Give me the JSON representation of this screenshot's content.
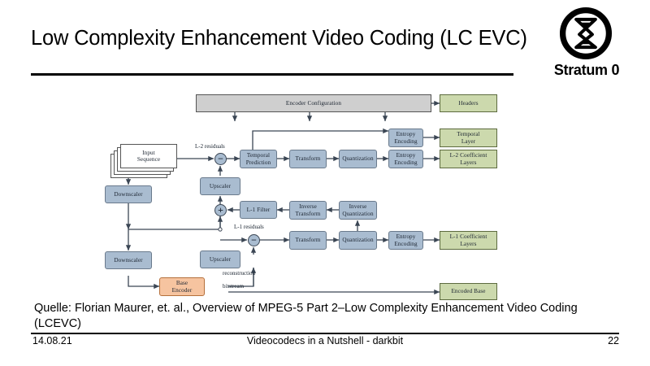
{
  "slide": {
    "title": "Low Complexity Enhancement Video Coding (LC EVC)",
    "caption": "Quelle: Florian Maurer, et. al., Overview of MPEG-5 Part 2–Low Complexity Enhancement Video Coding (LCEVC)",
    "footer": {
      "date": "14.08.21",
      "center": "Videocodecs in a Nutshell - darkbit",
      "page": "22"
    }
  },
  "logo": {
    "name": "stratum-0-logo",
    "text": "Stratum 0",
    "icon": "hourglass-in-circle-icon"
  },
  "diagram": {
    "title": "LCEVC encoder block diagram",
    "colors": {
      "blue_block": "#a9bcd0",
      "green_block": "#ccd9ad",
      "gray_block": "#cfcfcf",
      "orange_block": "#f6c4a0",
      "white_block": "#ffffff",
      "wire": "#3b4654"
    },
    "blocks": [
      {
        "id": "encoder-configuration",
        "label": "Encoder Configuration",
        "color": "gray"
      },
      {
        "id": "headers",
        "label": "Headers",
        "color": "green"
      },
      {
        "id": "input-sequence",
        "label": "Input\nSequence",
        "color": "white"
      },
      {
        "id": "temporal-prediction",
        "label": "Temporal\nPrediction",
        "color": "blue"
      },
      {
        "id": "transform-l2",
        "label": "Transform",
        "color": "blue"
      },
      {
        "id": "quantization-l2",
        "label": "Quantization",
        "color": "blue"
      },
      {
        "id": "entropy-encoding-temporal",
        "label": "Entropy\nEncoding",
        "color": "blue"
      },
      {
        "id": "temporal-layer",
        "label": "Temporal\nLayer",
        "color": "green"
      },
      {
        "id": "entropy-encoding-l2",
        "label": "Entropy\nEncoding",
        "color": "blue"
      },
      {
        "id": "l2-coefficient-layers",
        "label": "L-2 Coefficient\nLayers",
        "color": "green"
      },
      {
        "id": "upscaler-top",
        "label": "Upscaler",
        "color": "blue"
      },
      {
        "id": "downscaler-top",
        "label": "Downscaler",
        "color": "blue"
      },
      {
        "id": "l1-filter",
        "label": "L-1 Filter",
        "color": "blue"
      },
      {
        "id": "inverse-transform",
        "label": "Inverse\nTransform",
        "color": "blue"
      },
      {
        "id": "inverse-quantization",
        "label": "Inverse\nQuantization",
        "color": "blue"
      },
      {
        "id": "transform-l1",
        "label": "Transform",
        "color": "blue"
      },
      {
        "id": "quantization-l1",
        "label": "Quantization",
        "color": "blue"
      },
      {
        "id": "entropy-encoding-l1",
        "label": "Entropy\nEncoding",
        "color": "blue"
      },
      {
        "id": "l1-coefficient-layers",
        "label": "L-1 Coefficient\nLayers",
        "color": "green"
      },
      {
        "id": "downscaler-bottom",
        "label": "Downscaler",
        "color": "blue"
      },
      {
        "id": "upscaler-bottom",
        "label": "Upscaler",
        "color": "blue"
      },
      {
        "id": "base-encoder",
        "label": "Base\nEncoder",
        "color": "orange"
      },
      {
        "id": "encoded-base",
        "label": "Encoded Base",
        "color": "green"
      }
    ],
    "operators": [
      {
        "id": "subtract-l2",
        "symbol": "−"
      },
      {
        "id": "add-reconstruction",
        "symbol": "+"
      },
      {
        "id": "subtract-l1",
        "symbol": "−"
      }
    ],
    "wire_labels": [
      {
        "id": "l2-residuals",
        "text": "L-2 residuals"
      },
      {
        "id": "l1-residuals",
        "text": "L-1 residuals"
      },
      {
        "id": "reconstruction",
        "text": "reconstruction"
      },
      {
        "id": "bitstream",
        "text": "bitstream"
      }
    ]
  }
}
